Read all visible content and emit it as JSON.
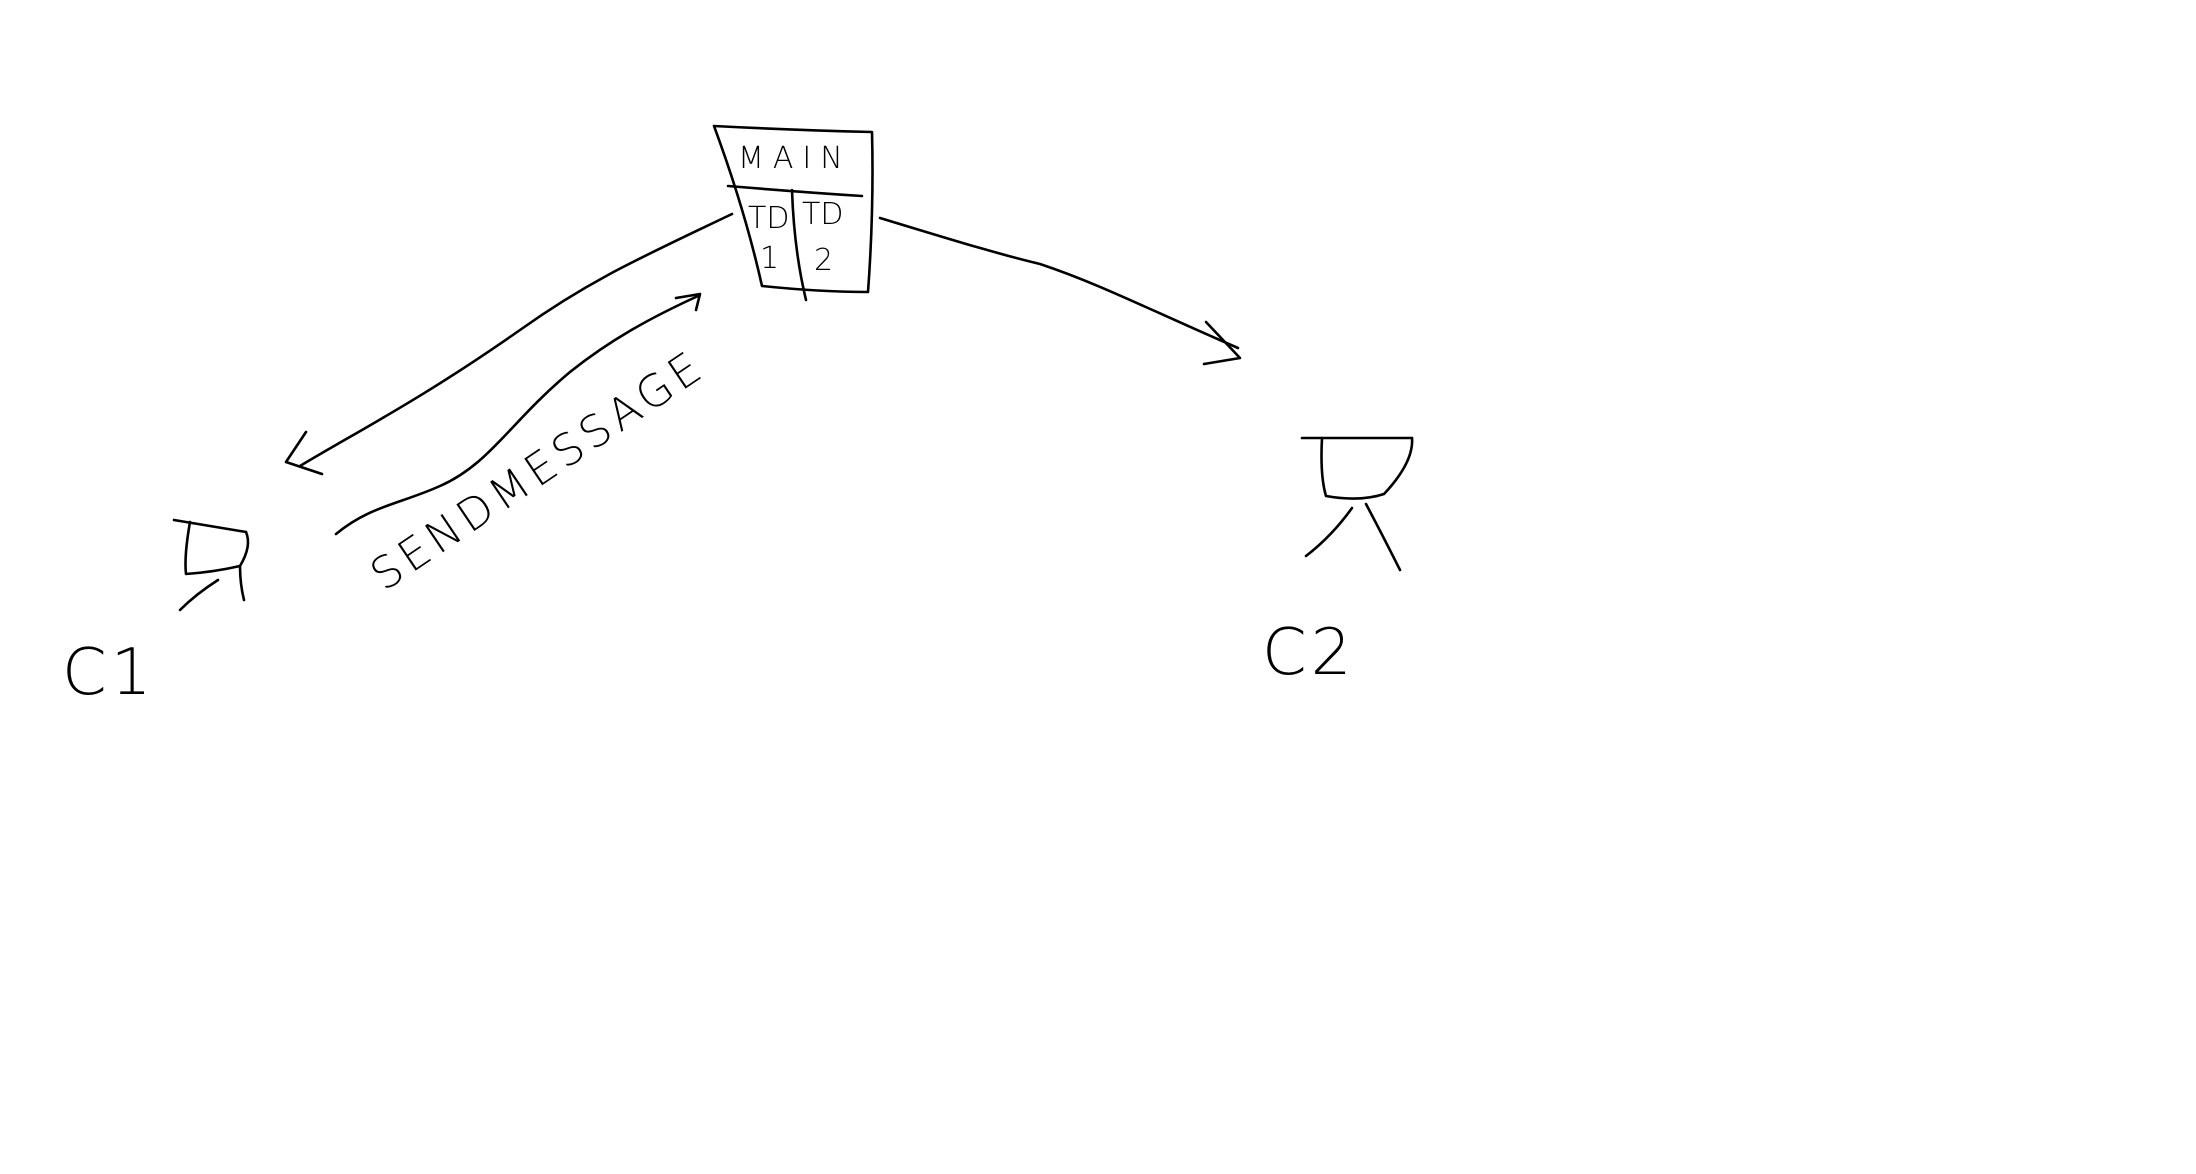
{
  "server": {
    "main_label": "MAIN",
    "threads": [
      {
        "top": "TD",
        "bottom": "1"
      },
      {
        "top": "TD",
        "bottom": "2"
      }
    ]
  },
  "message": {
    "label": "SENDMESSAGE"
  },
  "clients": [
    {
      "label": "C1"
    },
    {
      "label": "C2"
    }
  ],
  "colors": {
    "ink": "#000000",
    "background": "#ffffff"
  }
}
